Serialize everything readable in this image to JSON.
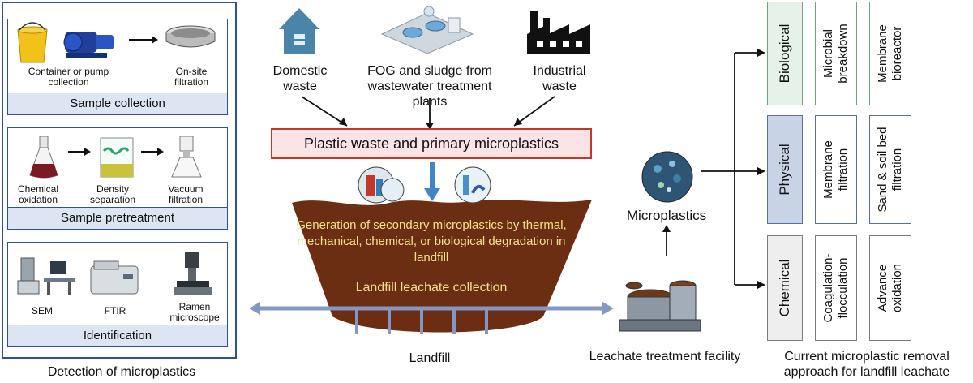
{
  "left_panel": {
    "caption": "Detection of microplastics",
    "sample_collection": {
      "title": "Sample collection",
      "items": [
        "Container or pump collection",
        "On-site filtration"
      ]
    },
    "sample_pretreatment": {
      "title": "Sample pretreatment",
      "items": [
        "Chemical oxidation",
        "Density separation",
        "Vacuum filtration"
      ]
    },
    "identification": {
      "title": "Identification",
      "items": [
        "SEM",
        "FTIR",
        "Ramen microscope"
      ]
    }
  },
  "center": {
    "sources": [
      "Domestic waste",
      "FOG and sludge from wastewater treatment plants",
      "Industrial waste"
    ],
    "primary_box": "Plastic waste and primary microplastics",
    "landfill_text": "Generation of secondary microplastics by thermal, mechanical, chemical, or biological degradation in landfill",
    "leachate_collection": "Landfill leachate collection",
    "landfill_label": "Landfill",
    "facility_label": "Leachate treatment facility",
    "microplastics_label": "Microplastics"
  },
  "right_panel": {
    "caption": "Current microplastic removal approach for landfill leachate",
    "rows": [
      {
        "category": "Biological",
        "methods": [
          "Microbial breakdown",
          "Membrane bioreactor"
        ],
        "color": "#6aa77f",
        "fill": "#e6f1ea"
      },
      {
        "category": "Physical",
        "methods": [
          "Membrane filtration",
          "Sand & soil bed filtration"
        ],
        "color": "#5a6fa0",
        "fill": "#c9d3e6"
      },
      {
        "category": "Chemical",
        "methods": [
          "Coagulation-flocculation",
          "Advance oxidation"
        ],
        "color": "#7a7a7a",
        "fill": "#eeeeee"
      }
    ]
  },
  "colors": {
    "panel_border": "#2e4f9e",
    "landfill": "#6b2e12",
    "pipe": "#8497c2",
    "primary_border": "#c0392b",
    "primary_fill": "#fbe3e6",
    "landfill_text": "#f3e08a"
  }
}
